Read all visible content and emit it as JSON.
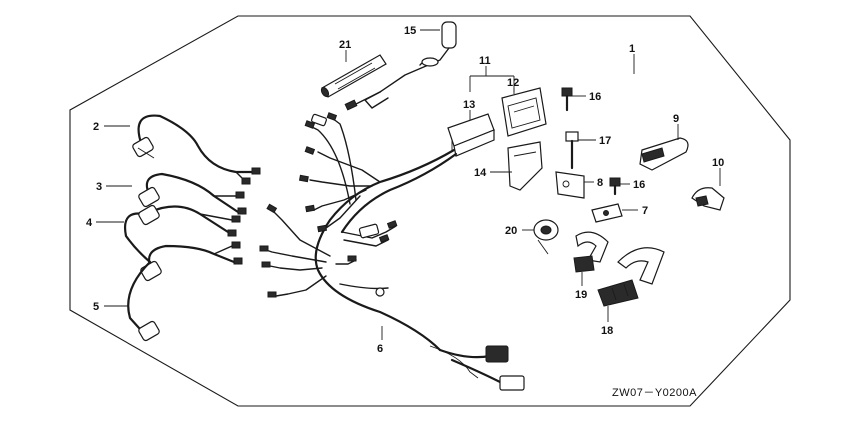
{
  "diagram": {
    "callouts": {
      "c1": "1",
      "c2": "2",
      "c3": "3",
      "c4": "4",
      "c5": "5",
      "c6": "6",
      "c7": "7",
      "c8": "8",
      "c9": "9",
      "c10": "10",
      "c11": "11",
      "c12": "12",
      "c13": "13",
      "c14": "14",
      "c15": "15",
      "c16a": "16",
      "c16b": "16",
      "c17": "17",
      "c18": "18",
      "c19": "19",
      "c20": "20",
      "c21": "21"
    },
    "drawing_code": "ZW07－Y0200A"
  }
}
